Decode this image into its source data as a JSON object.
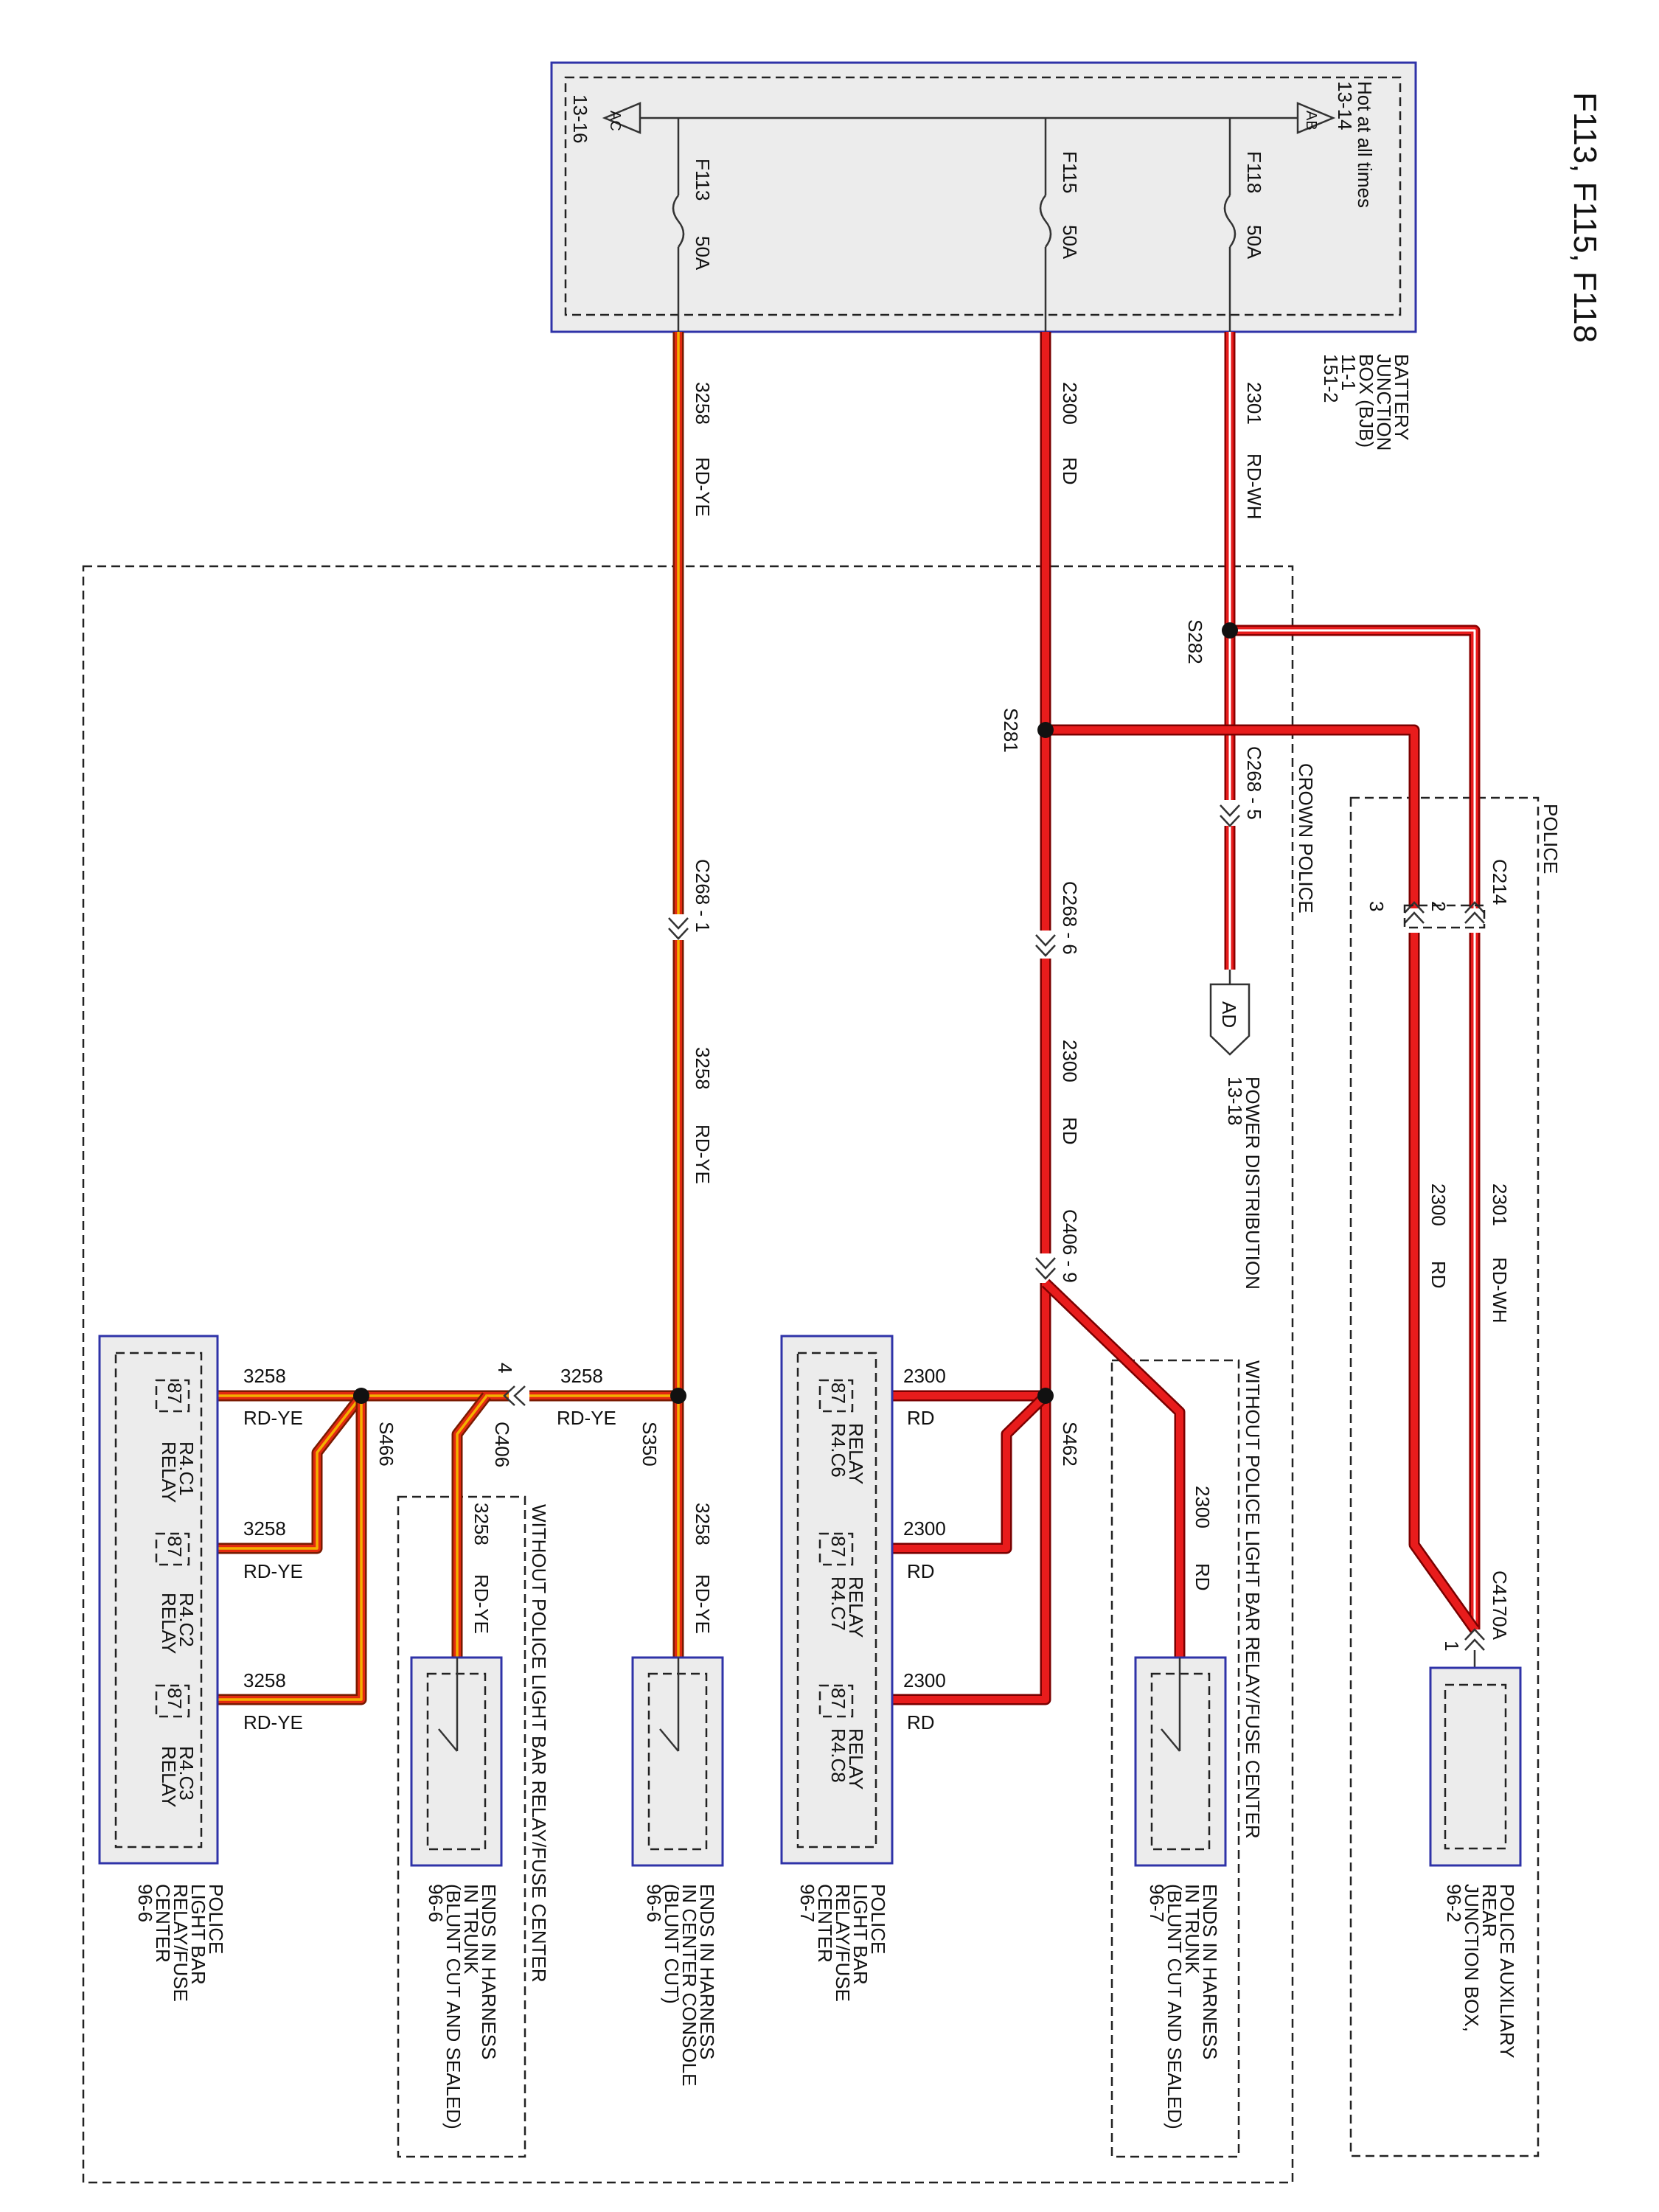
{
  "title": "F113, F115, F118",
  "colors": {
    "wire_red": "#e81c1c",
    "stripe_white": "#ffffff",
    "stripe_yellow": "#f4b000",
    "box_border": "#2f33a8",
    "box_fill": "#ececec"
  },
  "bjb": {
    "hot_label": "Hot at all times",
    "ref_ab": "13-14",
    "ref_ac": "13-16",
    "triangle_ab": "AB",
    "triangle_ac": "AC",
    "name_lines": [
      "BATTERY",
      "JUNCTION",
      "BOX (BJB)",
      "11-1",
      "151-2"
    ],
    "fuses": [
      {
        "name": "F118",
        "rating": "50A"
      },
      {
        "name": "F115",
        "rating": "50A"
      },
      {
        "name": "F113",
        "rating": "50A"
      }
    ]
  },
  "wire_labels": {
    "w2301": "2301",
    "rdwh": "RD-WH",
    "w2300": "2300",
    "rd": "RD",
    "w3258": "3258",
    "rdye": "RD-YE"
  },
  "splices": {
    "s282": "S282",
    "s281": "S281",
    "s350": "S350",
    "s462": "S462",
    "s466": "S466"
  },
  "connectors": {
    "c268_5": "C268 - 5",
    "c268_6": "C268 - 6",
    "c268_1": "C268 - 1",
    "c406_9": "C406 - 9",
    "c406": "C406",
    "c406_pin": "4",
    "c214": "C214",
    "c214_pin2": "2",
    "c214_pin3": "3",
    "c4170a": "C4170A",
    "c4170a_pin": "1"
  },
  "regions": {
    "crown_police": "CROWN POLICE",
    "police": "POLICE",
    "without_lightbar": "WITHOUT POLICE LIGHT BAR RELAY/FUSE CENTER"
  },
  "ad": {
    "label": "AD",
    "desc": "POWER DISTRIBUTION",
    "ref": "13-18"
  },
  "police_aux": {
    "lines": [
      "POLICE AUXILIARY",
      "REAR",
      "JUNCTION BOX,",
      "96-2"
    ]
  },
  "ends_trunk_right": {
    "lines": [
      "ENDS IN HARNESS",
      "IN TRUNK",
      "(BLUNT CUT AND SEALED)",
      "96-7"
    ]
  },
  "ends_trunk_left": {
    "lines": [
      "ENDS IN HARNESS",
      "IN TRUNK",
      "(BLUNT CUT AND SEALED)",
      "96-6"
    ]
  },
  "ends_console": {
    "lines": [
      "ENDS IN HARNESS",
      "IN CENTER CONSOLE",
      "(BLUNT CUT)",
      "96-6"
    ]
  },
  "lightbar_97": {
    "lines": [
      "POLICE",
      "LIGHT BAR",
      "RELAY/FUSE",
      "CENTER",
      "96-7"
    ],
    "pin": "87",
    "relays": [
      {
        "line1": "RELAY",
        "line2": "R4.C6"
      },
      {
        "line1": "RELAY",
        "line2": "R4.C7"
      },
      {
        "line1": "RELAY",
        "line2": "R4.C8"
      }
    ]
  },
  "lightbar_96": {
    "lines": [
      "POLICE",
      "LIGHT BAR",
      "RELAY/FUSE",
      "CENTER",
      "96-6"
    ],
    "pin": "87",
    "relays": [
      {
        "line1": "R4.C1",
        "line2": "RELAY"
      },
      {
        "line1": "R4.C2",
        "line2": "RELAY"
      },
      {
        "line1": "R4.C3",
        "line2": "RELAY"
      }
    ]
  }
}
